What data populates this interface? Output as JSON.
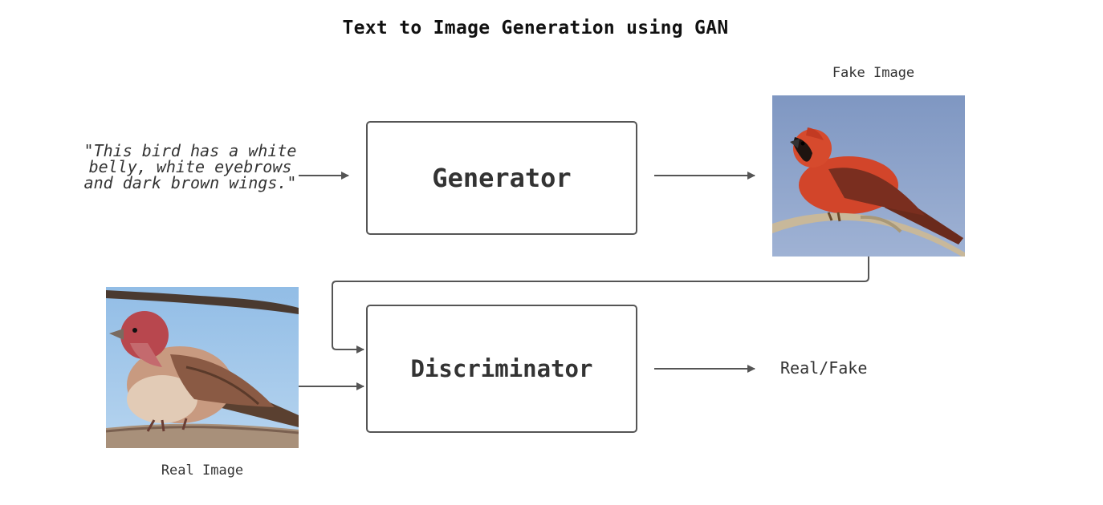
{
  "title": "Text to Image Generation using GAN",
  "prompt": "\"This bird has a white belly, white eyebrows and dark brown wings.\"",
  "generator": {
    "label": "Generator"
  },
  "discriminator": {
    "label": "Discriminator"
  },
  "fake_image": {
    "caption": "Fake Image"
  },
  "real_image": {
    "caption": "Real Image"
  },
  "output": {
    "label": "Real/Fake"
  },
  "colors": {
    "line": "#555555",
    "box_border": "#555555",
    "sky_fake": "#8aa0c6",
    "sky_real": "#9ec4e8",
    "bird_fake": "#d2452a",
    "bird_real": "#b07a60"
  }
}
